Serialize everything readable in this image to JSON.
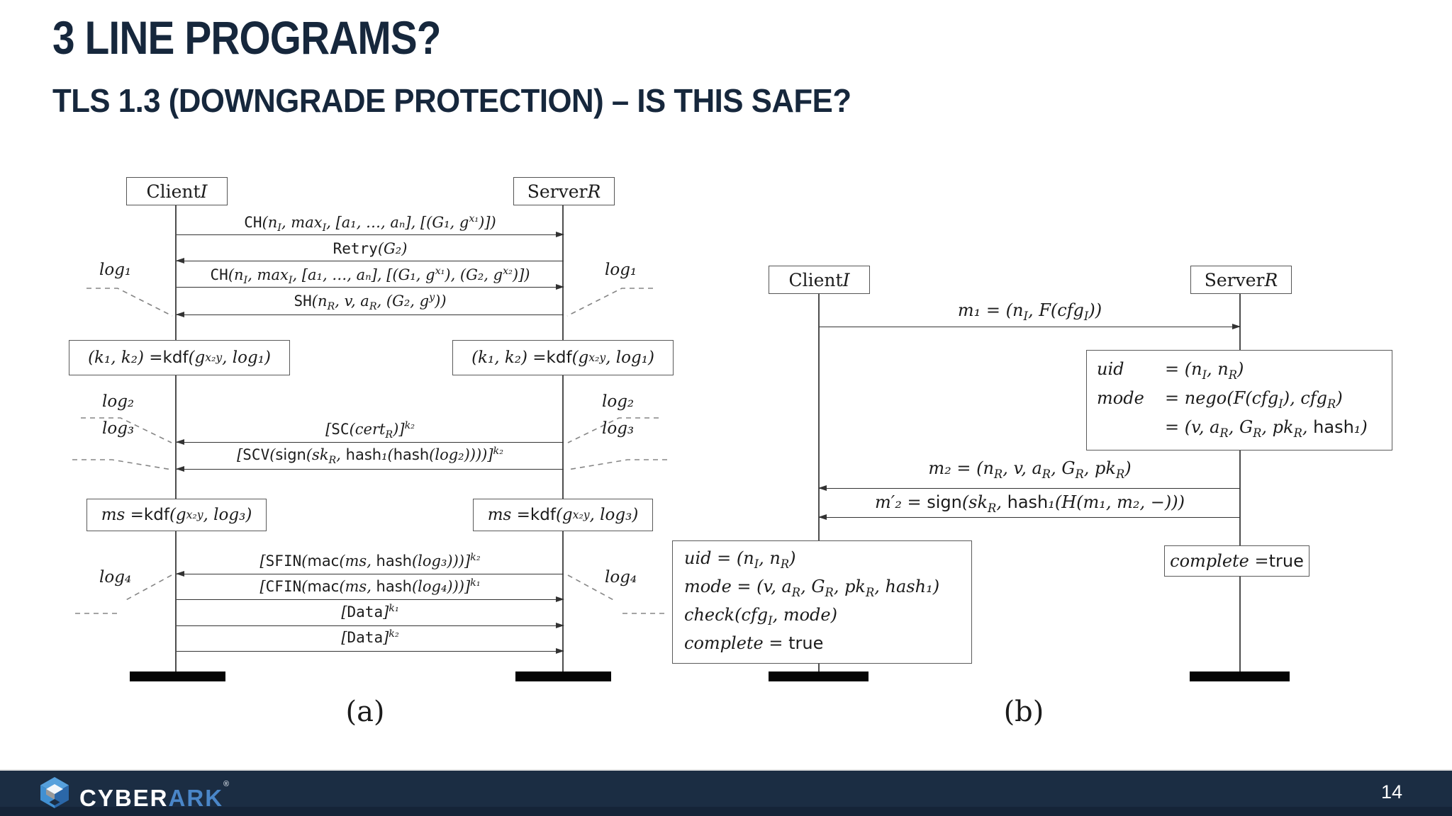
{
  "slide": {
    "title": "3 LINE PROGRAMS?",
    "subtitle": "TLS 1.3 (DOWNGRADE PROTECTION) – IS THIS SAFE?",
    "page_number": "14"
  },
  "footer": {
    "brand_cyber": "CYBER",
    "brand_ark": "ARK",
    "trademark": "®",
    "logo_icon": "cyberark-cube-icon",
    "bar_color": "#1b2d43",
    "brand_blue": "#4a86c8",
    "title_navy": "#16273c"
  },
  "diagram_a": {
    "caption": "(a)",
    "client_label": "Client \\it{I}",
    "server_label": "Server \\it{R}",
    "messages": [
      {
        "label": "\\tt{CH}(n_{I}, max_{I}, [a₁, …, aₙ], [(G₁, g^{x₁})])",
        "direction": "right"
      },
      {
        "label": "\\tt{Retry}(G₂)",
        "direction": "left"
      },
      {
        "label": "\\tt{CH}(n_{I}, max_{I}, [a₁, …, aₙ], [(G₁, g^{x₁}), (G₂, g^{x₂})])",
        "direction": "right"
      },
      {
        "label": "\\tt{SH}(n_{R}, v, a_{R}, (G₂, g^{y}))",
        "direction": "left"
      },
      {
        "label": "[\\tt{SC}(cert_{R})]^{k₂}",
        "direction": "left"
      },
      {
        "label": "[\\tt{SCV}(\\sf{sign}(sk_{R}, \\sf{hash}₁(\\sf{hash}(log₂))))]^{k₂}",
        "direction": "left"
      },
      {
        "label": "[\\tt{SFIN}(\\sf{mac}(ms, \\sf{hash}(log₃)))]^{k₂}",
        "direction": "left"
      },
      {
        "label": "[\\tt{CFIN}(\\sf{mac}(ms, \\sf{hash}(log₄)))]^{k₁}",
        "direction": "right"
      },
      {
        "label": "[\\tt{Data}]^{k₁}",
        "direction": "right"
      },
      {
        "label": "[\\tt{Data}]^{k₂}",
        "direction": "right"
      }
    ],
    "state_boxes": {
      "kdf_client": "(k₁, k₂) = \\sf{kdf}(g^{x₂y}, log₁)",
      "kdf_server": "(k₁, k₂) = \\sf{kdf}(g^{x₂y}, log₁)",
      "ms_client": "ms = \\sf{kdf}(g^{x₂y}, log₃)",
      "ms_server": "ms = \\sf{kdf}(g^{x₂y}, log₃)"
    },
    "log_labels": {
      "log1_left": "log₁",
      "log1_right": "log₁",
      "log2_left": "log₂",
      "log3_left": "log₃",
      "log2_right": "log₂",
      "log3_right": "log₃",
      "log4_left": "log₄",
      "log4_right": "log₄"
    }
  },
  "diagram_b": {
    "caption": "(b)",
    "client_label": "Client \\it{I}",
    "server_label": "Server \\it{R}",
    "messages": [
      {
        "label": "m₁ = (n_{I}, F(cfg_{I}))",
        "direction": "right"
      },
      {
        "label": "m₂ = (n_{R}, v, a_{R}, G_{R}, pk_{R})",
        "direction": "left"
      },
      {
        "label": "m′₂ = \\sf{sign}(sk_{R}, \\sf{hash}₁(H(m₁, m₂, −)))",
        "direction": "left"
      }
    ],
    "server_state_box": {
      "rows": [
        {
          "var": "uid",
          "expr": "= (n_{I}, n_{R})"
        },
        {
          "var": "mode",
          "expr": "= nego(F(cfg_{I}), cfg_{R})"
        },
        {
          "var": "",
          "expr": "= (v, a_{R}, G_{R}, pk_{R}, \\sf{hash}₁)"
        }
      ]
    },
    "server_complete_box": "complete = \\sf{true}",
    "client_state_box": {
      "lines": [
        "uid = (n_{I}, n_{R})",
        "mode = (v, a_{R}, G_{R}, pk_{R}, hash₁)",
        "check(cfg_{I}, mode)",
        "complete = \\sf{true}"
      ]
    }
  }
}
